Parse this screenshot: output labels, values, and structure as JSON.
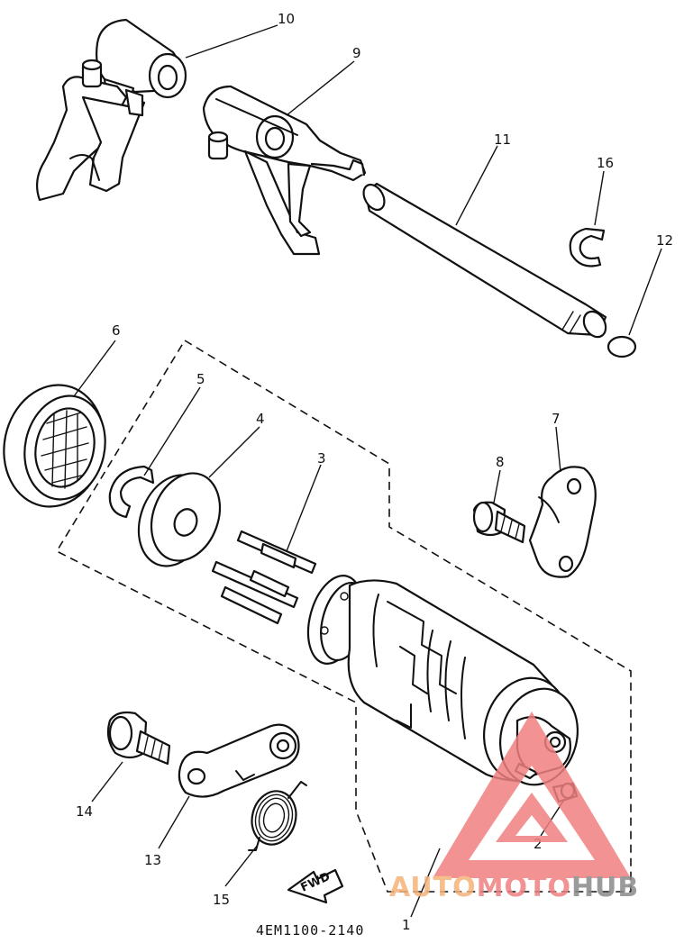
{
  "diagram": {
    "part_code": "4EM1100-2140",
    "fwd_label": "FWD",
    "callouts": [
      {
        "id": "c1",
        "label": "1"
      },
      {
        "id": "c2",
        "label": "2"
      },
      {
        "id": "c3",
        "label": "3"
      },
      {
        "id": "c4",
        "label": "4"
      },
      {
        "id": "c5",
        "label": "5"
      },
      {
        "id": "c6",
        "label": "6"
      },
      {
        "id": "c7",
        "label": "7"
      },
      {
        "id": "c8",
        "label": "8"
      },
      {
        "id": "c9",
        "label": "9"
      },
      {
        "id": "c10",
        "label": "10"
      },
      {
        "id": "c11",
        "label": "11"
      },
      {
        "id": "c12",
        "label": "12"
      },
      {
        "id": "c13",
        "label": "13"
      },
      {
        "id": "c14",
        "label": "14"
      },
      {
        "id": "c15",
        "label": "15"
      },
      {
        "id": "c16",
        "label": "16"
      }
    ]
  },
  "watermark": {
    "part1": "AUTO",
    "part2": "MOTO",
    "part3": "HUB",
    "color_orange": "#f5b27a",
    "color_red": "#f08080",
    "color_gray": "#8a8a8a"
  }
}
